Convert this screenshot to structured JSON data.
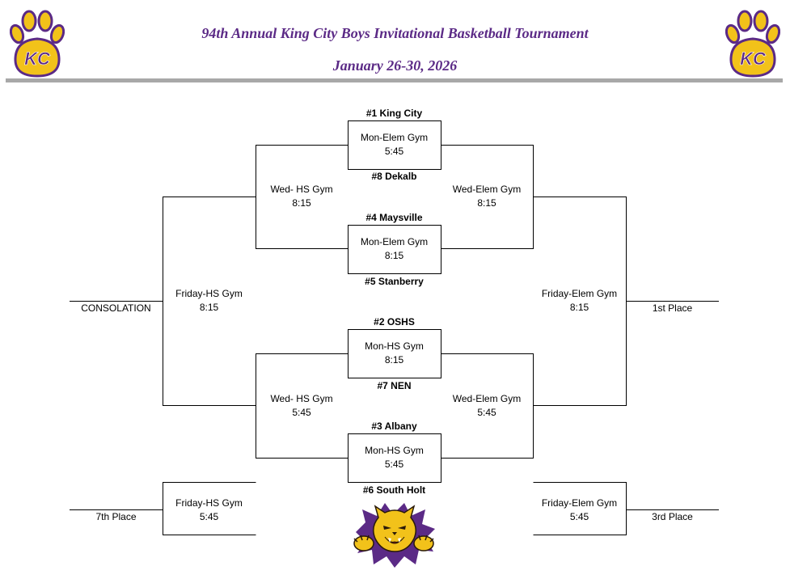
{
  "header": {
    "title": "94th Annual King City Boys Invitational Basketball Tournament",
    "dates": "January 26-30, 2026",
    "logo_text": "KC"
  },
  "colors": {
    "purple": "#5b2a86",
    "gold": "#f2c21a",
    "rule": "#a8a8a8"
  },
  "teams": {
    "t1": "#1 King City",
    "t8": "#8 Dekalb",
    "t4": "#4 Maysville",
    "t5": "#5 Stanberry",
    "t2": "#2 OSHS",
    "t7": "#7 NEN",
    "t3": "#3 Albany",
    "t6": "#6 South Holt"
  },
  "games": {
    "g1": {
      "venue": "Mon-Elem Gym",
      "time": "5:45"
    },
    "g2": {
      "venue": "Mon-Elem Gym",
      "time": "8:15"
    },
    "g3": {
      "venue": "Mon-HS Gym",
      "time": "8:15"
    },
    "g4": {
      "venue": "Mon-HS Gym",
      "time": "5:45"
    },
    "wed_l_top": {
      "venue": "Wed- HS Gym",
      "time": "8:15"
    },
    "wed_r_top": {
      "venue": "Wed-Elem Gym",
      "time": "8:15"
    },
    "wed_l_bot": {
      "venue": "Wed- HS Gym",
      "time": "5:45"
    },
    "wed_r_bot": {
      "venue": "Wed-Elem Gym",
      "time": "5:45"
    },
    "fri_l": {
      "venue": "Friday-HS Gym",
      "time": "8:15"
    },
    "fri_r": {
      "venue": "Friday-Elem Gym",
      "time": "8:15"
    },
    "fri_7": {
      "venue": "Friday-HS Gym",
      "time": "5:45"
    },
    "fri_3": {
      "venue": "Friday-Elem Gym",
      "time": "5:45"
    }
  },
  "results": {
    "consolation": "CONSOLATION",
    "first": "1st Place",
    "seventh": "7th Place",
    "third": "3rd Place"
  },
  "mascot_icon": "wildcat-mascot"
}
